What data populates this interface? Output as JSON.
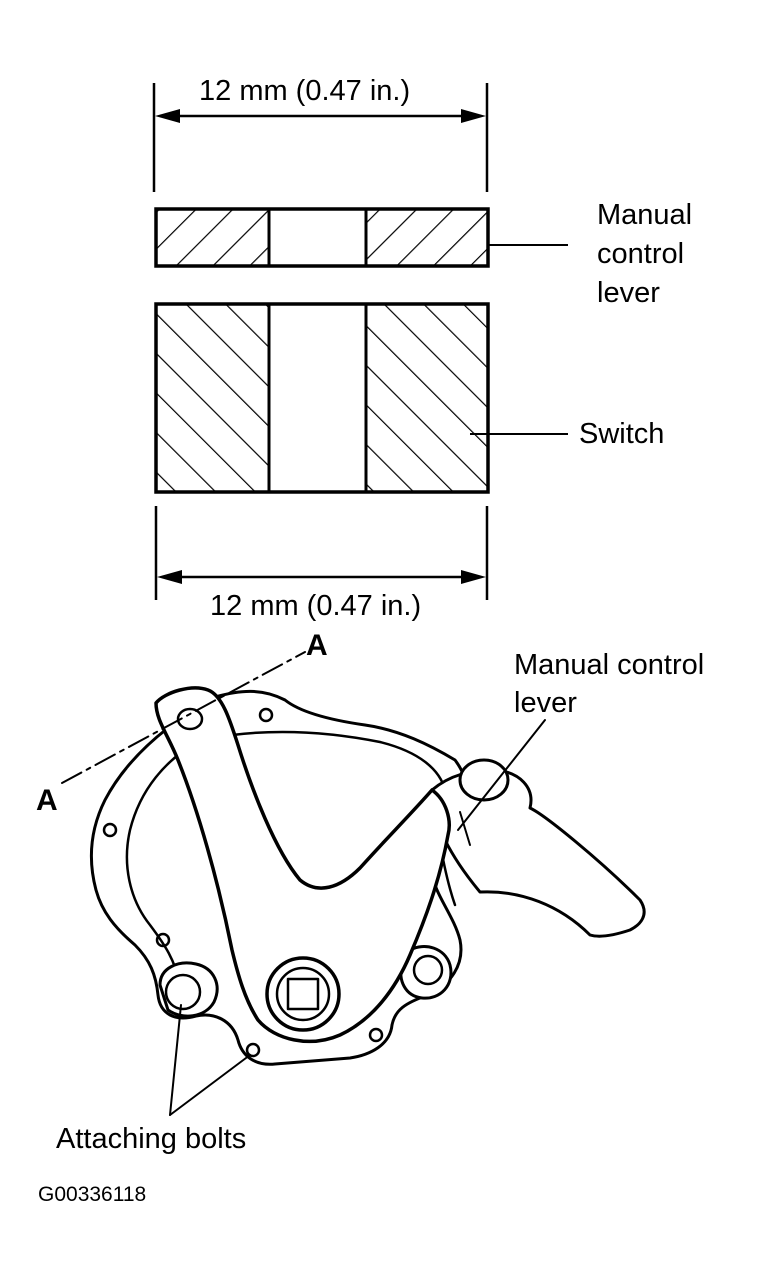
{
  "labels": {
    "dimension_top": "12 mm (0.47 in.)",
    "dimension_bottom": "12 mm (0.47 in.)",
    "manual_control_lever_line1": "Manual",
    "manual_control_lever_line2": "control",
    "manual_control_lever_line3": "lever",
    "switch": "Switch",
    "manual_control_lever_2_line1": "Manual control",
    "manual_control_lever_2_line2": "lever",
    "section_a_top": "A",
    "section_a_left": "A",
    "attaching_bolts": "Attaching bolts",
    "figure_id": "G00336118"
  }
}
